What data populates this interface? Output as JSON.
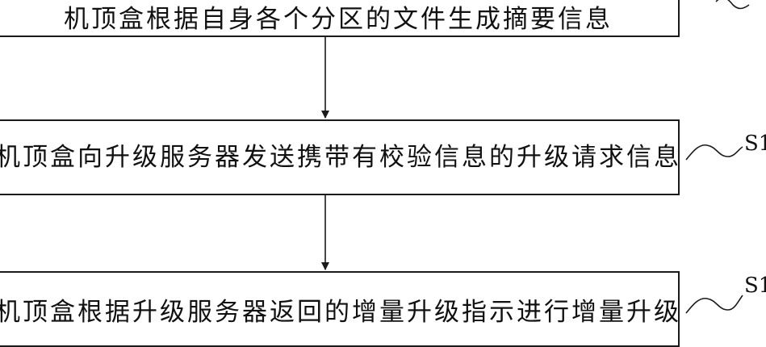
{
  "steps": [
    {
      "text": "机顶盒根据自身各个分区的文件生成摘要信息"
    },
    {
      "text": "机顶盒向升级服务器发送携带有校验信息的升级请求信息",
      "label": "S1"
    },
    {
      "text": "机顶盒根据升级服务器返回的增量升级指示进行增量升级",
      "label": "S1"
    }
  ],
  "colors": {
    "stroke": "#1a1a1a",
    "background": "#ffffff"
  }
}
